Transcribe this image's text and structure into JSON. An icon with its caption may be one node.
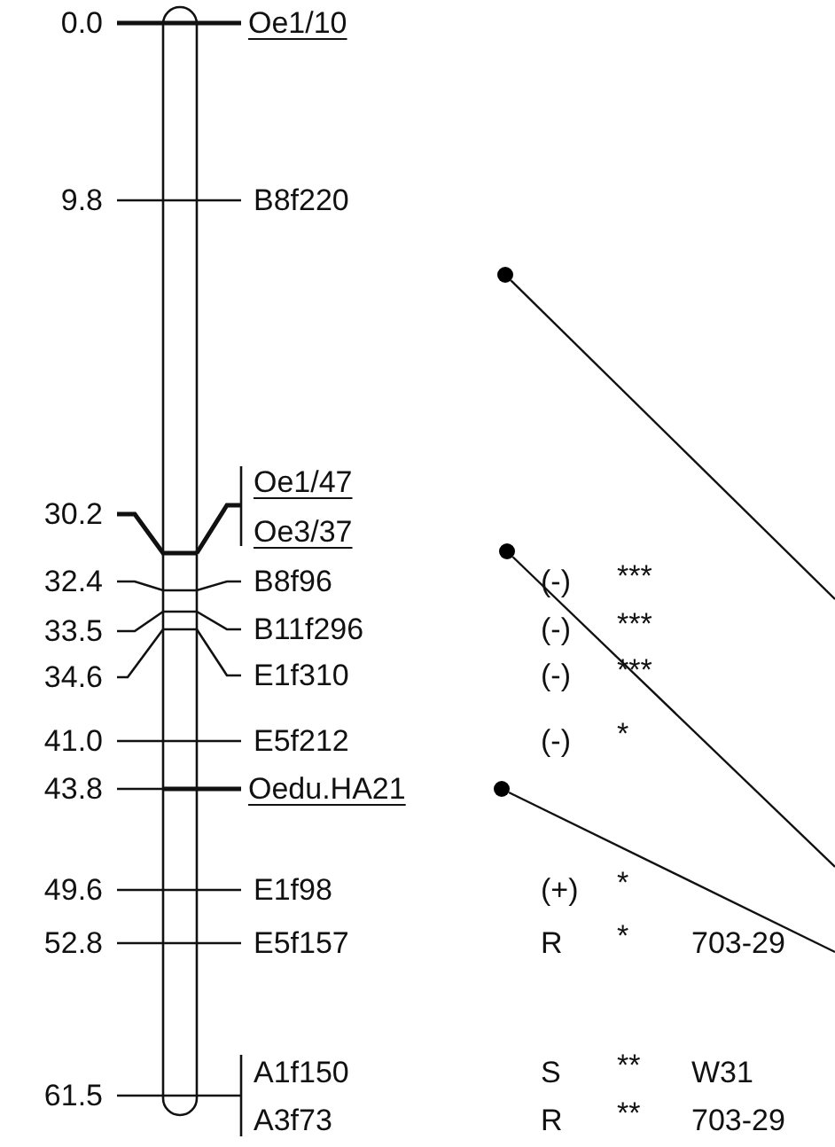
{
  "diagram": {
    "nodes": [
      {
        "text": [],
        "shape": "circle"
      },
      {
        "text": [],
        "shape": "circle"
      },
      {
        "text": [],
        "shape": "circle"
      }
    ],
    "edges": [
      {
        "from": 0,
        "to": null,
        "arrow": "none"
      },
      {
        "from": 1,
        "to": null,
        "arrow": "none"
      },
      {
        "from": 2,
        "to": null,
        "arrow": "none"
      }
    ],
    "labels": [
      "0.0",
      "Oe1/10",
      "9.8",
      "B8f220",
      "Oe1/47",
      "30.2",
      "Oe3/37",
      "32.4",
      "B8f96",
      "(-)",
      "***",
      "33.5",
      "B11f296",
      "(-)",
      "***",
      "34.6",
      "E1f310",
      "(-)",
      "***",
      "41.0",
      "E5f212",
      "(-)",
      "*",
      "43.8",
      "Oedu.HA21",
      "49.6",
      "E1f98",
      "(+)",
      "*",
      "52.8",
      "E5f157",
      "R",
      "*",
      "703-29",
      "A1f150",
      "S",
      "**",
      "W31",
      "61.5",
      "A3f73",
      "R",
      "**",
      "703-29"
    ]
  }
}
